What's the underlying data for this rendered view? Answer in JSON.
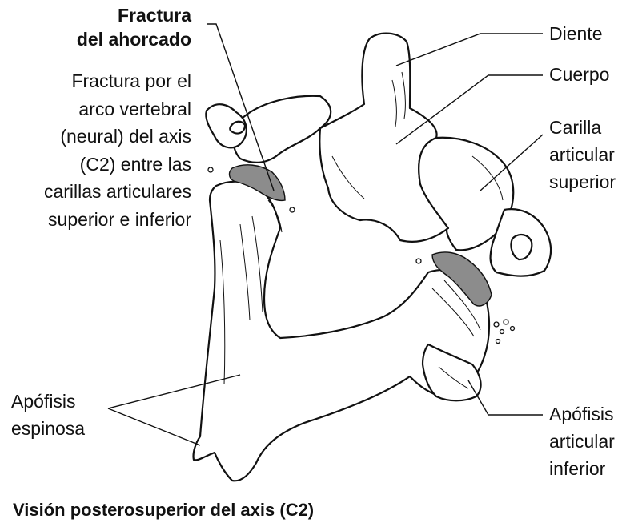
{
  "figure": {
    "labels": {
      "fracture_title": [
        "Fractura",
        "del ahorcado"
      ],
      "fracture_description": [
        "Fractura por el",
        "arco vertebral",
        "(neural) del axis",
        "(C2) entre las",
        "carillas articulares",
        "superior e inferior"
      ],
      "dens": "Diente",
      "body": "Cuerpo",
      "superior_facet": [
        "Carilla",
        "articular",
        "superior"
      ],
      "spinous_process": [
        "Apófisis",
        "espinosa"
      ],
      "inferior_process": [
        "Apófisis",
        "articular",
        "inferior"
      ]
    },
    "caption": "Visión posterosuperior del axis (C2)"
  },
  "colors": {
    "ink": "#111111",
    "fracture_shade": "#8c8c8c",
    "background": "#ffffff"
  }
}
